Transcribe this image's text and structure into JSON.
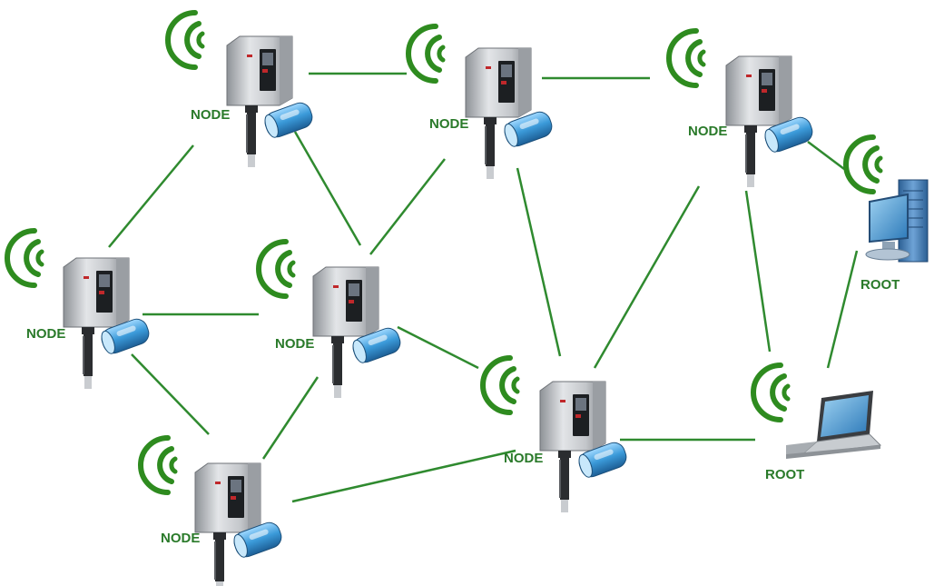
{
  "diagram": {
    "node_label": "NODE",
    "root_label": "ROOT",
    "colors": {
      "link": "#2f8a2f",
      "signal": "#2e8b1f",
      "label": "#2a7a2a",
      "device_body": "#d6d8db",
      "battery": "#3b9ad9"
    },
    "nodes": [
      {
        "id": "n1",
        "type": "sensor",
        "label": "NODE",
        "icon": "wireless-sensor-icon"
      },
      {
        "id": "n2",
        "type": "sensor",
        "label": "NODE",
        "icon": "wireless-sensor-icon"
      },
      {
        "id": "n3",
        "type": "sensor",
        "label": "NODE",
        "icon": "wireless-sensor-icon"
      },
      {
        "id": "n4",
        "type": "sensor",
        "label": "NODE",
        "icon": "wireless-sensor-icon"
      },
      {
        "id": "n5",
        "type": "sensor",
        "label": "NODE",
        "icon": "wireless-sensor-icon"
      },
      {
        "id": "n6",
        "type": "sensor",
        "label": "NODE",
        "icon": "wireless-sensor-icon"
      },
      {
        "id": "n7",
        "type": "sensor",
        "label": "NODE",
        "icon": "wireless-sensor-icon"
      },
      {
        "id": "n8",
        "type": "sensor",
        "label": "NODE",
        "icon": "wireless-sensor-icon"
      },
      {
        "id": "r1",
        "type": "desktop",
        "label": "ROOT",
        "icon": "desktop-computer-icon"
      },
      {
        "id": "r2",
        "type": "laptop",
        "label": "ROOT",
        "icon": "laptop-icon"
      }
    ],
    "links": [
      [
        "n1",
        "n2"
      ],
      [
        "n2",
        "n3"
      ],
      [
        "n1",
        "n4"
      ],
      [
        "n1",
        "n5"
      ],
      [
        "n2",
        "n5"
      ],
      [
        "n4",
        "n5"
      ],
      [
        "n4",
        "n6"
      ],
      [
        "n5",
        "n6"
      ],
      [
        "n2",
        "n7"
      ],
      [
        "n3",
        "n7"
      ],
      [
        "n3",
        "r1"
      ],
      [
        "n3",
        "r2"
      ],
      [
        "n6",
        "n7"
      ],
      [
        "n7",
        "r2"
      ],
      [
        "r1",
        "r2"
      ]
    ]
  }
}
